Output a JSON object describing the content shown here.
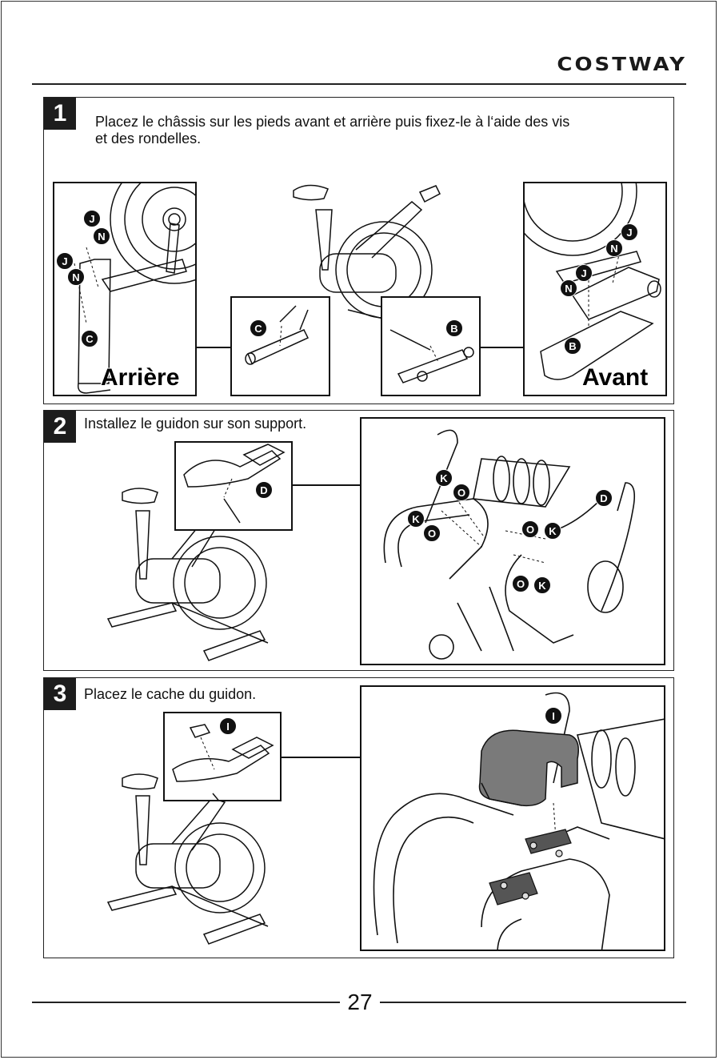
{
  "brand": "COSTWAY",
  "steps": [
    {
      "number": "1",
      "text": "Placez le châssis sur les pieds avant et arrière puis fixez-le à l‘aide des vis\net des rondelles.",
      "panels": {
        "rear_label": "Arrière",
        "front_label": "Avant"
      },
      "badges": {
        "rear": [
          "J",
          "N",
          "J",
          "N",
          "C"
        ],
        "left_detail": [
          "C"
        ],
        "right_detail": [
          "B"
        ],
        "front": [
          "J",
          "N",
          "J",
          "N",
          "B"
        ]
      }
    },
    {
      "number": "2",
      "text": "Installez le guidon sur son support.",
      "badges": {
        "inset": [
          "D"
        ],
        "detail": [
          "K",
          "O",
          "K",
          "O",
          "O",
          "K",
          "O",
          "K",
          "D"
        ]
      }
    },
    {
      "number": "3",
      "text": "Placez le cache du guidon.",
      "badges": {
        "inset": [
          "I"
        ],
        "detail": [
          "I"
        ]
      }
    }
  ],
  "page_number": "27"
}
